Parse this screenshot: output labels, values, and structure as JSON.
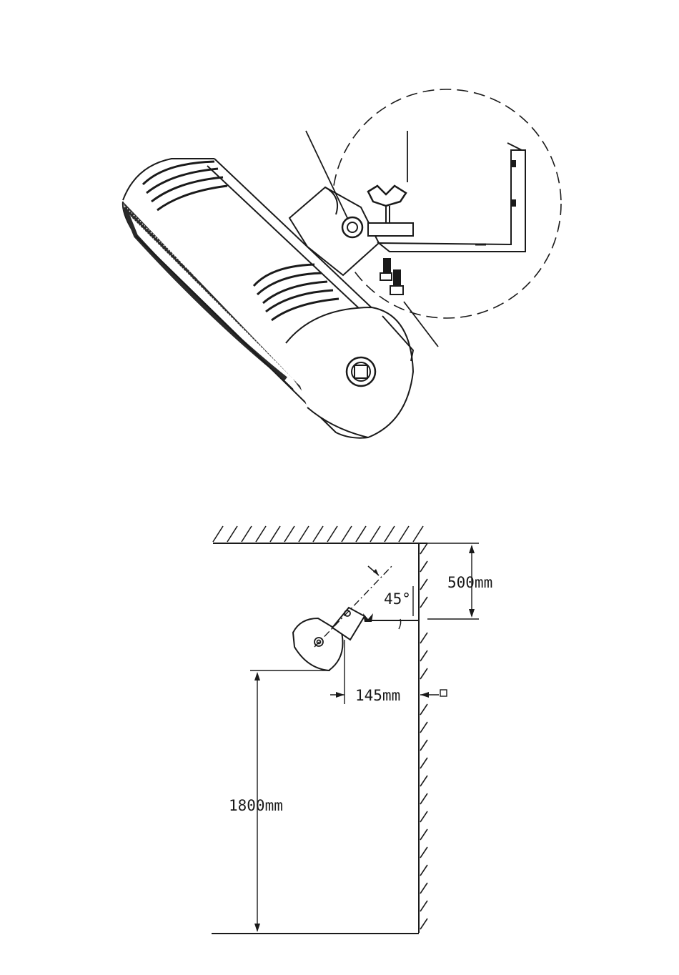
{
  "page": {
    "background": "#ffffff",
    "line_color": "#1a1a1a"
  },
  "exploded_view": {
    "parts": [
      "heater-body",
      "swivel-bracket",
      "pivot-bolt",
      "wing-nut",
      "wall-bracket",
      "mounting-bolts",
      "end-cap-knob"
    ]
  },
  "installation_diagram": {
    "ceiling_clearance": "500mm",
    "tilt_angle": "45°",
    "wall_offset": "145mm",
    "floor_height": "1800mm"
  }
}
